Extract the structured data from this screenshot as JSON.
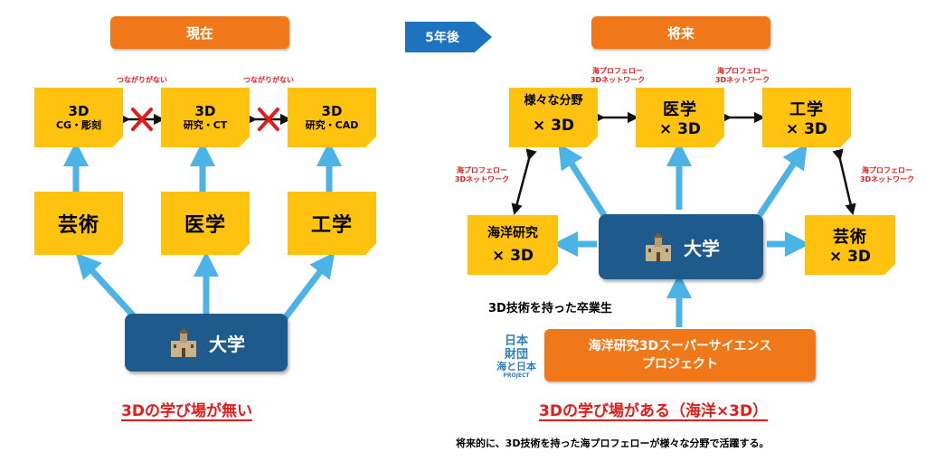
{
  "current": {
    "title": "現在",
    "top_notes": [
      {
        "line1": "3D",
        "line2": "CG・彫刻"
      },
      {
        "line1": "3D",
        "line2": "研究・CT"
      },
      {
        "line1": "3D",
        "line2": "研究・CAD"
      }
    ],
    "no_connection_label": "つながりがない",
    "fields": [
      "芸術",
      "医学",
      "工学"
    ],
    "university": "大学",
    "caption": "3Dの学び場が無い"
  },
  "transition": {
    "label": "5年後"
  },
  "future": {
    "title": "将来",
    "network_label_line1": "海プロフェロー",
    "network_label_line2": "3Dネットワーク",
    "top_notes": [
      {
        "line1": "様々な分野",
        "line2": "× 3D"
      },
      {
        "line1": "医学",
        "line2": "× 3D"
      },
      {
        "line1": "工学",
        "line2": "× 3D"
      }
    ],
    "left_note": {
      "line1": "海洋研究",
      "line2": "× 3D"
    },
    "right_note": {
      "line1": "芸術",
      "line2": "× 3D"
    },
    "university": "大学",
    "graduates_label": "3D技術を持った卒業生",
    "project_line1": "海洋研究3Dスーパーサイエンス",
    "project_line2": "プロジェクト",
    "logo_line1": "日本",
    "logo_line2": "財団",
    "logo_line3": "海と日本",
    "logo_line4": "PROJECT",
    "caption": "3Dの学び場がある（海洋×3D）",
    "footnote": "将来的に、3D技術を持った海プロフェローが様々な分野で活躍する。"
  },
  "colors": {
    "orange": "#f07818",
    "yellow": "#ffc20e",
    "navy": "#1f5a8c",
    "arrow_blue": "#4bb3e6",
    "red": "#e21b1b"
  }
}
